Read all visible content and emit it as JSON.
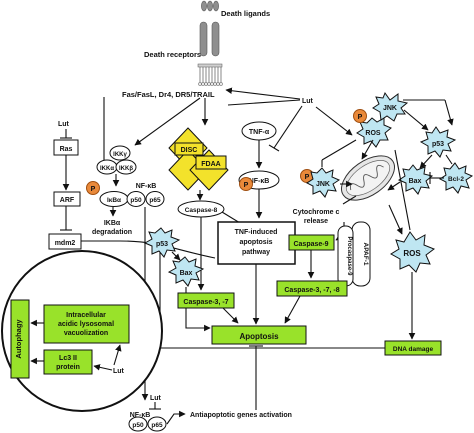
{
  "colors": {
    "green": "#99e22a",
    "yellow": "#f3e22b",
    "blue": "#bfe6f2",
    "orange": "#e9893a",
    "receptor": "#8f8f8f",
    "stroke": "#111111"
  },
  "labels": {
    "death_ligands": "Death ligands",
    "death_receptors": "Death receptors",
    "fas_line": "Fas/FasL, Dr4, DR5/TRAIL",
    "lut": "Lut",
    "ras": "Ras",
    "arf": "ARF",
    "mdm2": "mdm2",
    "ikky": "IKKγ",
    "ikka": "IKKα",
    "ikkb": "IKKβ",
    "p": "P",
    "ikba": "IκBα",
    "p50": "p50",
    "p65": "p65",
    "nfkb": "NF-κB",
    "ikb_degradation_1": "IKBα",
    "ikb_degradation_2": "degradation",
    "disc": "DISC",
    "fdaa": "FDAA",
    "caspase8": "Caspase-8",
    "tnfa": "TNF-α",
    "ros": "ROS",
    "jnk": "JNK",
    "p53": "p53",
    "bax": "Bax",
    "bcl2": "Bcl-2",
    "cytc_1": "Cytochrome c",
    "cytc_2": "release",
    "apaf": "APAF-1",
    "procaspase9": "Procaspase-9",
    "caspase9": "Caspase-9",
    "tnf_pathway_1": "TNF-induced",
    "tnf_pathway_2": "apoptosis",
    "tnf_pathway_3": "pathway",
    "caspase37": "Caspase-3, -7",
    "caspase378": "Caspase-3, -7, -8",
    "apoptosis": "Apoptosis",
    "dna_damage": "DNA damage",
    "autophagy": "Autophagy",
    "lysosomal_1": "Intracellular",
    "lysosomal_2": "acidic lysosomal",
    "lysosomal_3": "vacuolization",
    "lc3_1": "Lc3 II",
    "lc3_2": "protein",
    "antiapoptotic": "Antiapoptotic genes activation"
  }
}
